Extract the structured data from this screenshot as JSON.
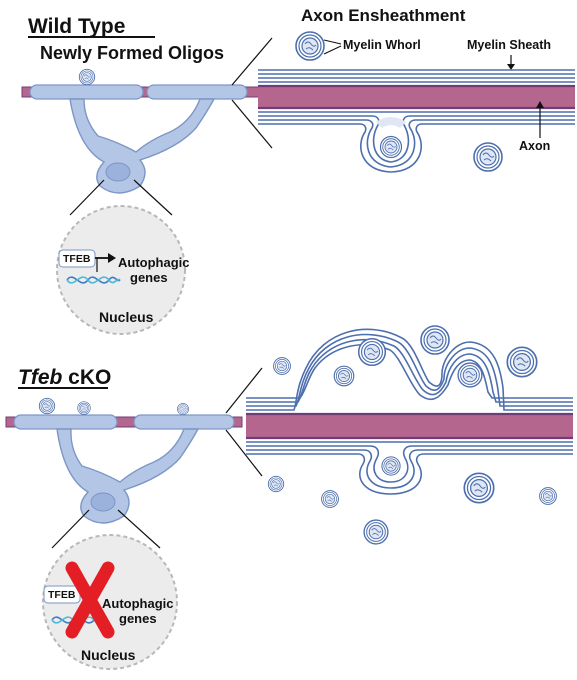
{
  "wild_type": {
    "title": "Wild Type",
    "subtitle": "Newly Formed Oligos",
    "nucleus": {
      "tfeb": "TFEB",
      "genes_line1": "Autophagic",
      "genes_line2": "genes",
      "label": "Nucleus"
    }
  },
  "ensheathment": {
    "title": "Axon Ensheathment",
    "myelin_whorl": "Myelin Whorl",
    "myelin_sheath": "Myelin Sheath",
    "axon": "Axon"
  },
  "cko": {
    "title_italic": "Tfeb",
    "title_rest": " cKO",
    "nucleus": {
      "tfeb": "TFEB",
      "genes_line1": "Autophagic",
      "genes_line2": "genes",
      "label": "Nucleus"
    }
  },
  "colors": {
    "axon_fill": "#b5668f",
    "axon_edge": "#6f3d76",
    "myelin": "#4d6fae",
    "cell_fill": "#b3c6e6",
    "cell_edge": "#7d96c6",
    "nucleus_fill": "#ececec",
    "knockout_x": "#e31e24"
  }
}
